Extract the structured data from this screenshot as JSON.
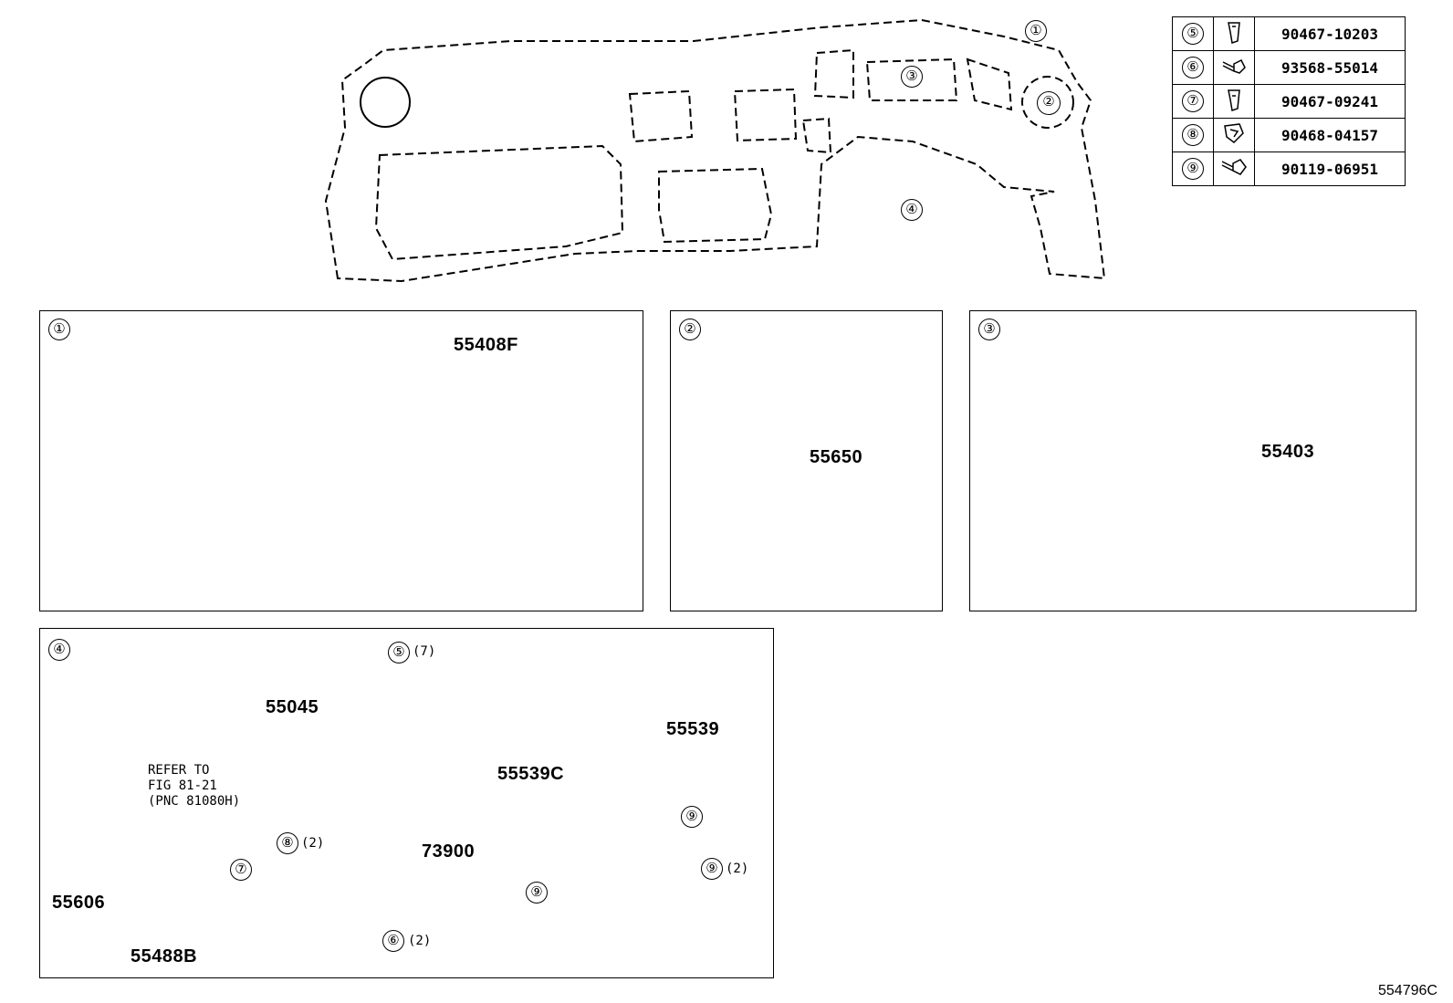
{
  "overview": {
    "callouts": [
      "①",
      "②",
      "③",
      "④"
    ]
  },
  "fastener_table": [
    {
      "ref": "⑤",
      "icon": "clip-icon",
      "part": "90467-10203"
    },
    {
      "ref": "⑥",
      "icon": "screw-icon",
      "part": "93568-55014"
    },
    {
      "ref": "⑦",
      "icon": "clip-icon",
      "part": "90467-09241"
    },
    {
      "ref": "⑧",
      "icon": "clip-icon",
      "part": "90468-04157"
    },
    {
      "ref": "⑨",
      "icon": "bolt-icon",
      "part": "90119-06951"
    }
  ],
  "panel1": {
    "id": "①",
    "parts": [
      "55408F"
    ]
  },
  "panel2": {
    "id": "②",
    "parts": [
      "55650"
    ]
  },
  "panel3": {
    "id": "③",
    "parts": [
      "55403"
    ]
  },
  "panel4": {
    "id": "④",
    "parts": {
      "glove_box_panel": "55045",
      "clip_a": "55539",
      "clip_c": "55539C",
      "bracket": "73900",
      "door": "55606",
      "pad": "55488B"
    },
    "callouts": {
      "c5": "⑤",
      "c6": "⑥",
      "c7": "⑦",
      "c8": "⑧",
      "c9a": "⑨",
      "c9b": "⑨",
      "c9c": "⑨"
    },
    "quantities": {
      "q5": "(7)",
      "q6": "(2)",
      "q8": "(2)",
      "q9": "(2)"
    },
    "refer_note": "REFER TO\nFIG 81-21\n(PNC 81080H)"
  },
  "figure_id": "554796C"
}
